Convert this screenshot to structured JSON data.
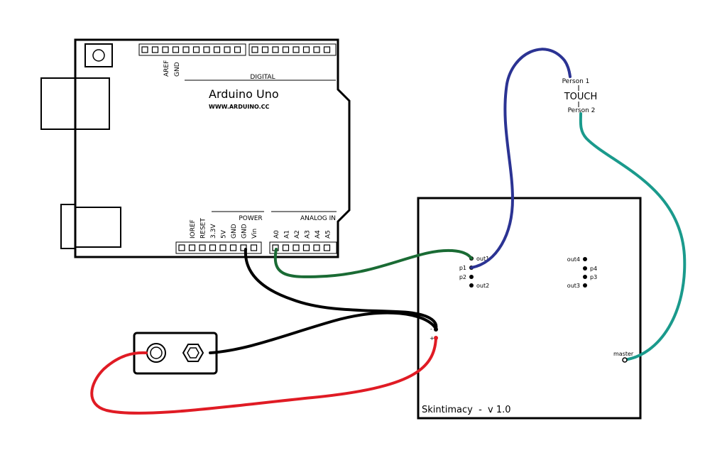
{
  "arduino": {
    "title": "Arduino Uno",
    "website": "WWW.ARDUINO.CC",
    "digital_label": "DIGITAL",
    "power_label": "POWER",
    "analog_label": "ANALOG IN",
    "top_pins": [
      "AREF",
      "GND"
    ],
    "power_pins": [
      "IOREF",
      "RESET",
      "3.3V",
      "5V",
      "GND",
      "GND",
      "Vin"
    ],
    "analog_pins": [
      "A0",
      "A1",
      "A2",
      "A3",
      "A4",
      "A5"
    ]
  },
  "board": {
    "title": "Skintimacy  -  v 1.0",
    "pins": {
      "out1": "out1",
      "p1": "p1",
      "p2": "p2",
      "out2": "out2",
      "out4": "out4",
      "p4": "p4",
      "p3": "p3",
      "out3": "out3",
      "master": "master",
      "minus": "-",
      "plus": "+"
    }
  },
  "touch": {
    "person1": "Person 1",
    "label": "TOUCH",
    "person2": "Person 2"
  },
  "wire_colors": {
    "blue": "#2b3393",
    "teal": "#1a9a8c",
    "green": "#1a6b34",
    "black": "#000000",
    "red": "#e01b24"
  }
}
